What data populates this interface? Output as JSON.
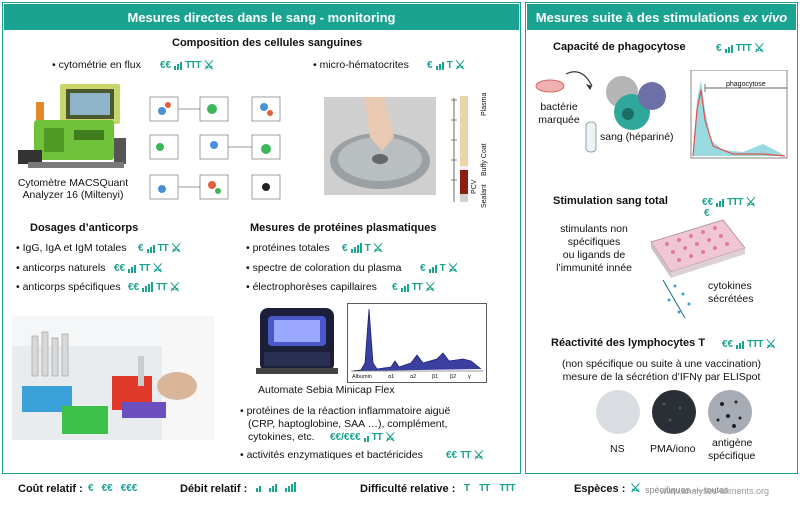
{
  "left": {
    "header": "Mesures directes dans le sang - monitoring",
    "composition": {
      "title": "Composition des cellules sanguines",
      "cytometry": "• cytométrie en flux",
      "cytometry_ind": {
        "cost": "€€",
        "speed": 3,
        "diff": "TTT"
      },
      "microhemato": "• micro-hématocrites",
      "microhemato_ind": {
        "cost": "€",
        "speed": 3,
        "diff": "T"
      },
      "machine_caption_1": "Cytomètre MACSQuant",
      "machine_caption_2": "Analyzer 16 (Miltenyi)",
      "tube_labels": [
        "Plasma",
        "Buffy Coat",
        "PCV",
        "Sealant"
      ]
    },
    "antibodies": {
      "title": "Dosages d’anticorps",
      "items": [
        {
          "label": "• IgG, IgA et IgM totales",
          "cost": "€",
          "speed": 3,
          "diff": "TT"
        },
        {
          "label": "• anticorps naturels",
          "cost": "€€",
          "speed": 3,
          "diff": "TT"
        },
        {
          "label": "• anticorps spécifiques",
          "cost": "€€",
          "speed": 4,
          "diff": "TT"
        }
      ]
    },
    "plasma": {
      "title": "Mesures de protéines plasmatiques",
      "items": [
        {
          "label": "• protéines totales",
          "cost": "€",
          "speed": 4,
          "diff": "T"
        },
        {
          "label": "• spectre de coloration du plasma",
          "cost": "€",
          "speed": 3,
          "diff": "T"
        },
        {
          "label": "• électrophorèses capillaires",
          "cost": "€",
          "speed": 3,
          "diff": "TT"
        }
      ],
      "automate_caption": "Automate Sebia Minicap Flex",
      "electro_axis": [
        "Albumin",
        "α1",
        "α2",
        "β1",
        "β2",
        "γ"
      ],
      "inflam_1": "• protéines de la réaction inflammatoire aiguë",
      "inflam_2": "(CRP, haptoglobine, SAA …), complément,",
      "inflam_3": "cytokines, etc.",
      "inflam_ind": {
        "cost": "€€/€€€",
        "speed": 2,
        "diff": "TT"
      },
      "enzymatic": "• activités enzymatiques et bactéricides",
      "enzymatic_ind": {
        "cost": "€€",
        "speed": 0,
        "diff": "TT"
      }
    }
  },
  "right": {
    "header_main": "Mesures suite à des stimulations ",
    "header_italic": "ex vivo",
    "phago": {
      "title": "Capacité de phagocytose",
      "ind": {
        "cost": "€",
        "speed": 3,
        "diff": "TTT"
      },
      "bacteria_1": "bactérie",
      "bacteria_2": "marquée",
      "blood": "sang (hépariné)",
      "hist_label": "phagocytose"
    },
    "stim": {
      "title": "Stimulation sang total",
      "ind": {
        "cost": "€€",
        "speed": 3,
        "diff": "TTT"
      },
      "ind2": "€",
      "text_1": "stimulants non",
      "text_2": "spécifiques",
      "text_3": "ou ligands de",
      "text_4": "l’immunité innée",
      "cyto_1": "cytokines",
      "cyto_2": "sécrétées"
    },
    "lympho": {
      "title": "Réactivité des lymphocytes T",
      "ind": {
        "cost": "€€",
        "speed": 3,
        "diff": "TTT"
      },
      "text_1": "(non spécifique ou suite à une vaccination)",
      "text_2": "mesure de la sécrétion d’IFNγ par ELISpot",
      "wells": [
        "NS",
        "PMA/iono",
        "antigène",
        "spécifique"
      ]
    }
  },
  "legend": {
    "cost_label": "Coût relatif :",
    "cost_values": [
      "€",
      "€€",
      "€€€"
    ],
    "speed_label": "Débit relatif :",
    "diff_label": "Difficulté relative :",
    "diff_values": [
      "T",
      "TT",
      "TTT"
    ],
    "species_label": "Espèces :",
    "species_text": "spécifiques — toutes",
    "watermark": "www.analyses-aliments.org"
  },
  "colors": {
    "accent": "#1aa391"
  }
}
